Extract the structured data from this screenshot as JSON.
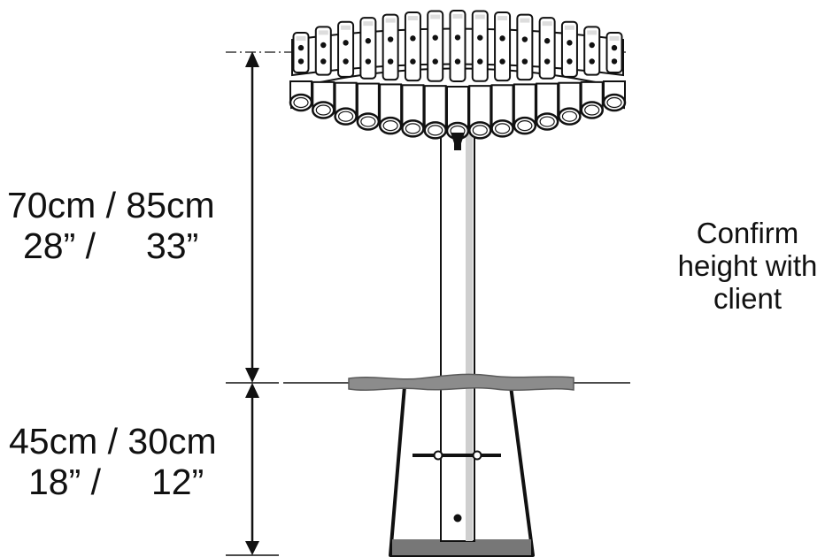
{
  "dimensions": {
    "above_ground": {
      "metric": "70cm / 85cm",
      "imperial": "28” /     33”"
    },
    "below_ground": {
      "metric": "45cm / 30cm",
      "imperial": "18” /     12”"
    }
  },
  "note": {
    "line1": "Confirm",
    "line2": "height with",
    "line3": "client"
  },
  "colors": {
    "ink": "#111111",
    "ground": "#8c8c8c",
    "base_fill": "#777777",
    "pipe_fill": "#ffffff"
  },
  "instrument": {
    "bar_count": 15,
    "tube_count": 15
  }
}
